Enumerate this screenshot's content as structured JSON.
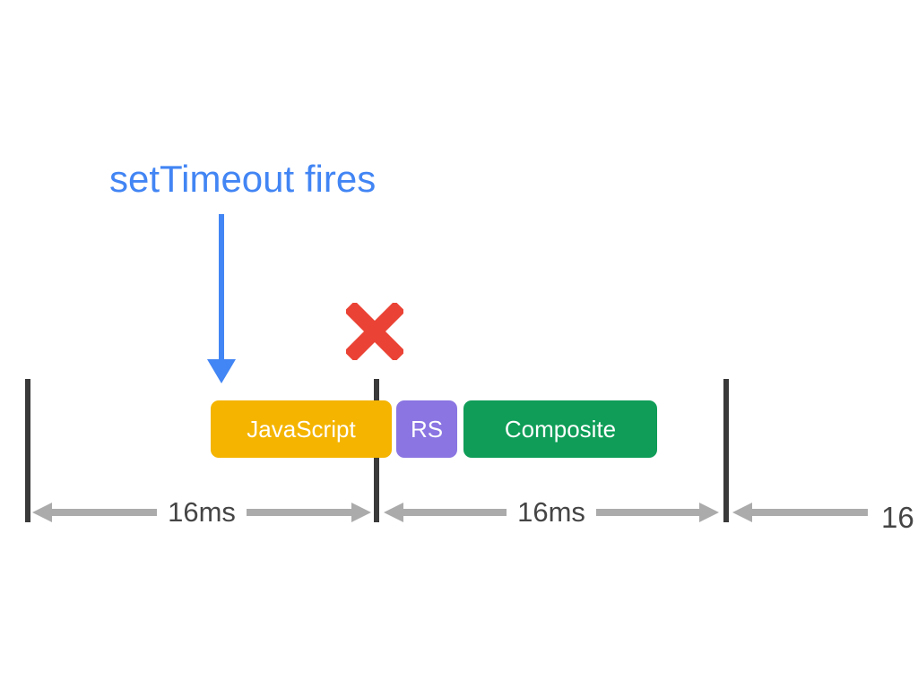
{
  "annotation": {
    "label": "setTimeout fires",
    "pointer_icon": "down-arrow",
    "missed_frame_icon": "x-mark"
  },
  "timeline": {
    "tasks": [
      {
        "label": "JavaScript",
        "color": "#F4B400"
      },
      {
        "label": "RS",
        "color": "#8A75E2"
      },
      {
        "label": "Composite",
        "color": "#0F9D58"
      }
    ],
    "intervals": [
      {
        "label": "16ms"
      },
      {
        "label": "16ms"
      },
      {
        "label": "16"
      }
    ],
    "frame_boundary_count": 3
  },
  "colors": {
    "background": "#FFFFFF",
    "annotation_blue": "#4285F4",
    "missed_frame_red": "#EA4335",
    "task_javascript_yellow": "#F4B400",
    "task_rs_purple": "#8A75E2",
    "task_composite_green": "#0F9D58",
    "frame_boundary_dark": "#3A3A3A",
    "interval_arrow_gray": "#ABABAB",
    "interval_label_gray": "#454545"
  }
}
